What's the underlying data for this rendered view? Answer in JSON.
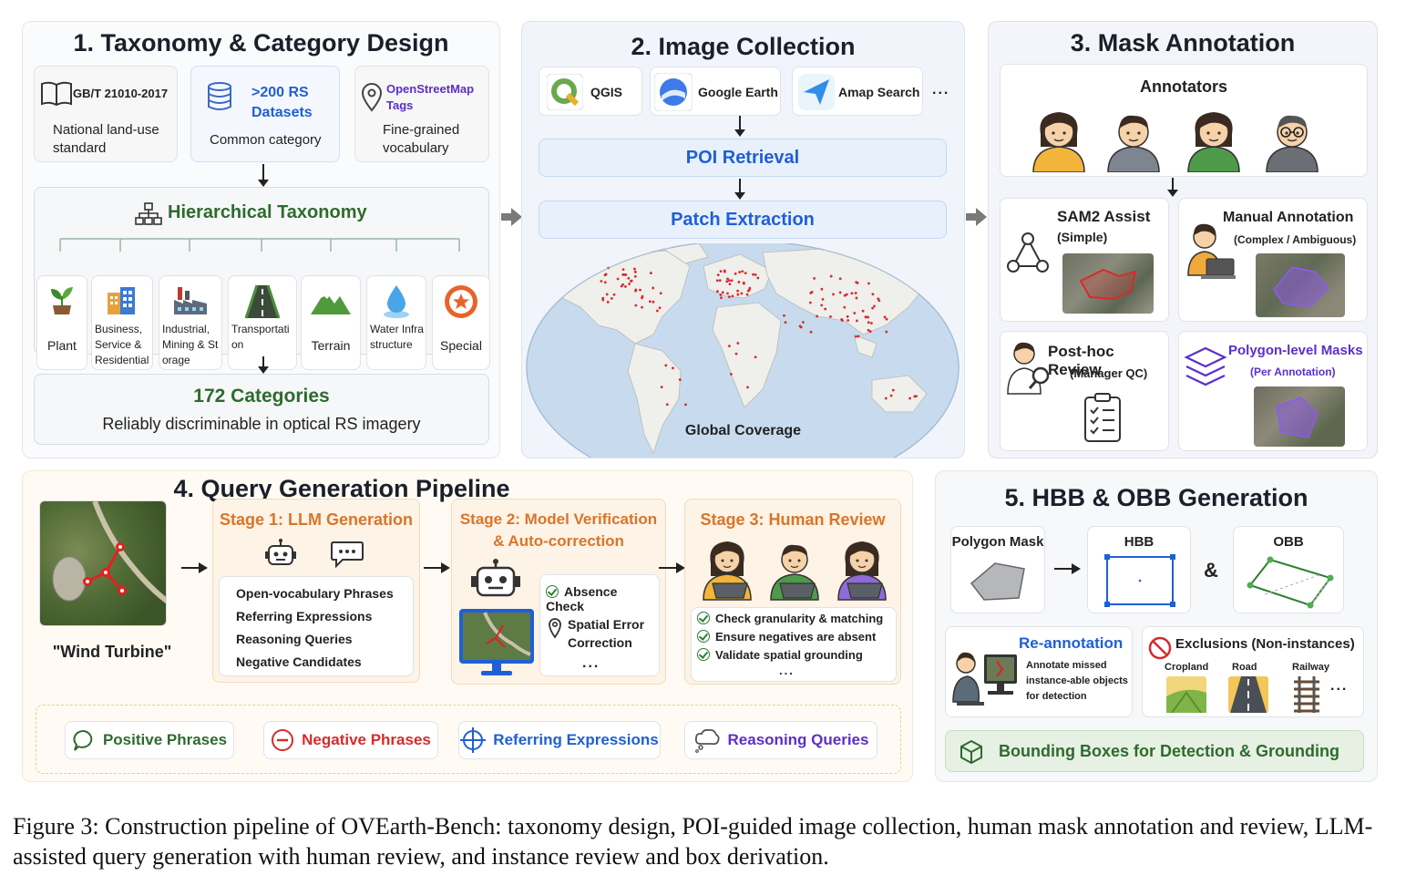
{
  "p1": {
    "title": "1. Taxonomy & Category Design",
    "src1_name": "GB/T 21010-2017",
    "src1_desc": "National land-use standard",
    "src2_name": ">200 RS Datasets",
    "src2_desc": "Common category",
    "src3_name": "OpenStreetMap Tags",
    "src3_desc": "Fine-grained vocabulary",
    "taxonomy": "Hierarchical Taxonomy",
    "cats": [
      {
        "label": "Plant",
        "icon": "plant-icon"
      },
      {
        "label": "Business, Service & Residential",
        "icon": "building-icon"
      },
      {
        "label": "Industrial, Mining & Storage",
        "icon": "factory-icon"
      },
      {
        "label": "Transportation",
        "icon": "road-icon"
      },
      {
        "label": "Terrain",
        "icon": "mountain-icon"
      },
      {
        "label": "Water Infrastructure",
        "icon": "water-drop-icon"
      },
      {
        "label": "Special",
        "icon": "star-badge-icon"
      }
    ],
    "count": "172 Categories",
    "count_desc": "Reliably discriminable in optical RS imagery"
  },
  "p2": {
    "title": "2. Image Collection",
    "tools": [
      "QGIS",
      "Google Earth",
      "Amap Search",
      "..."
    ],
    "poi": "POI Retrieval",
    "patch": "Patch Extraction",
    "map_label": "Global Coverage"
  },
  "p3": {
    "title": "3. Mask Annotation",
    "annotators": "Annotators",
    "sam_title": "SAM2 Assist",
    "sam_sub": "(Simple)",
    "manual_title": "Manual Annotation",
    "manual_sub": "(Complex / Ambiguous)",
    "review_title": "Post-hoc Review",
    "review_sub": "(Manager QC)",
    "poly_title": "Polygon-level Masks",
    "poly_sub": "(Per Annotation)"
  },
  "p4": {
    "title": "4. Query Generation Pipeline",
    "example": "\"Wind Turbine\"",
    "s1_title": "Stage 1: LLM Generation",
    "s1_items": [
      "Open-vocabulary Phrases",
      "Referring Expressions",
      "Reasoning Queries",
      "Negative Candidates"
    ],
    "s2_title": "Stage 2: Model Verification & Auto-correction",
    "s2_items": [
      "Absence Check",
      "Spatial Error Correction",
      "..."
    ],
    "s3_title": "Stage 3: Human Review",
    "s3_items": [
      "Check granularity & matching",
      "Ensure negatives are absent",
      "Validate spatial grounding",
      "..."
    ],
    "legend": [
      "Positive Phrases",
      "Negative Phrases",
      "Referring Expressions",
      "Reasoning Queries"
    ]
  },
  "p5": {
    "title": "5. HBB & OBB Generation",
    "poly": "Polygon Mask",
    "hbb": "HBB",
    "amp": "&",
    "obb": "OBB",
    "reann_title": "Re-annotation",
    "reann_desc": "Annotate missed instance-able objects for detection",
    "excl_title": "Exclusions (Non-instances)",
    "excl_items": [
      "Cropland",
      "Road",
      "Railway",
      "..."
    ],
    "bottom": "Bounding Boxes for Detection & Grounding"
  },
  "caption": "Figure 3: Construction pipeline of OVEarth-Bench: taxonomy design, POI-guided image collection, human mask annotation and review, LLM-assisted query generation with human review, and instance review and box derivation.",
  "colors": {
    "green": "#2e6b2e",
    "blue": "#1f5fd6",
    "orange": "#d9752a",
    "purple": "#5b2fc9",
    "red": "#d62b2b"
  }
}
